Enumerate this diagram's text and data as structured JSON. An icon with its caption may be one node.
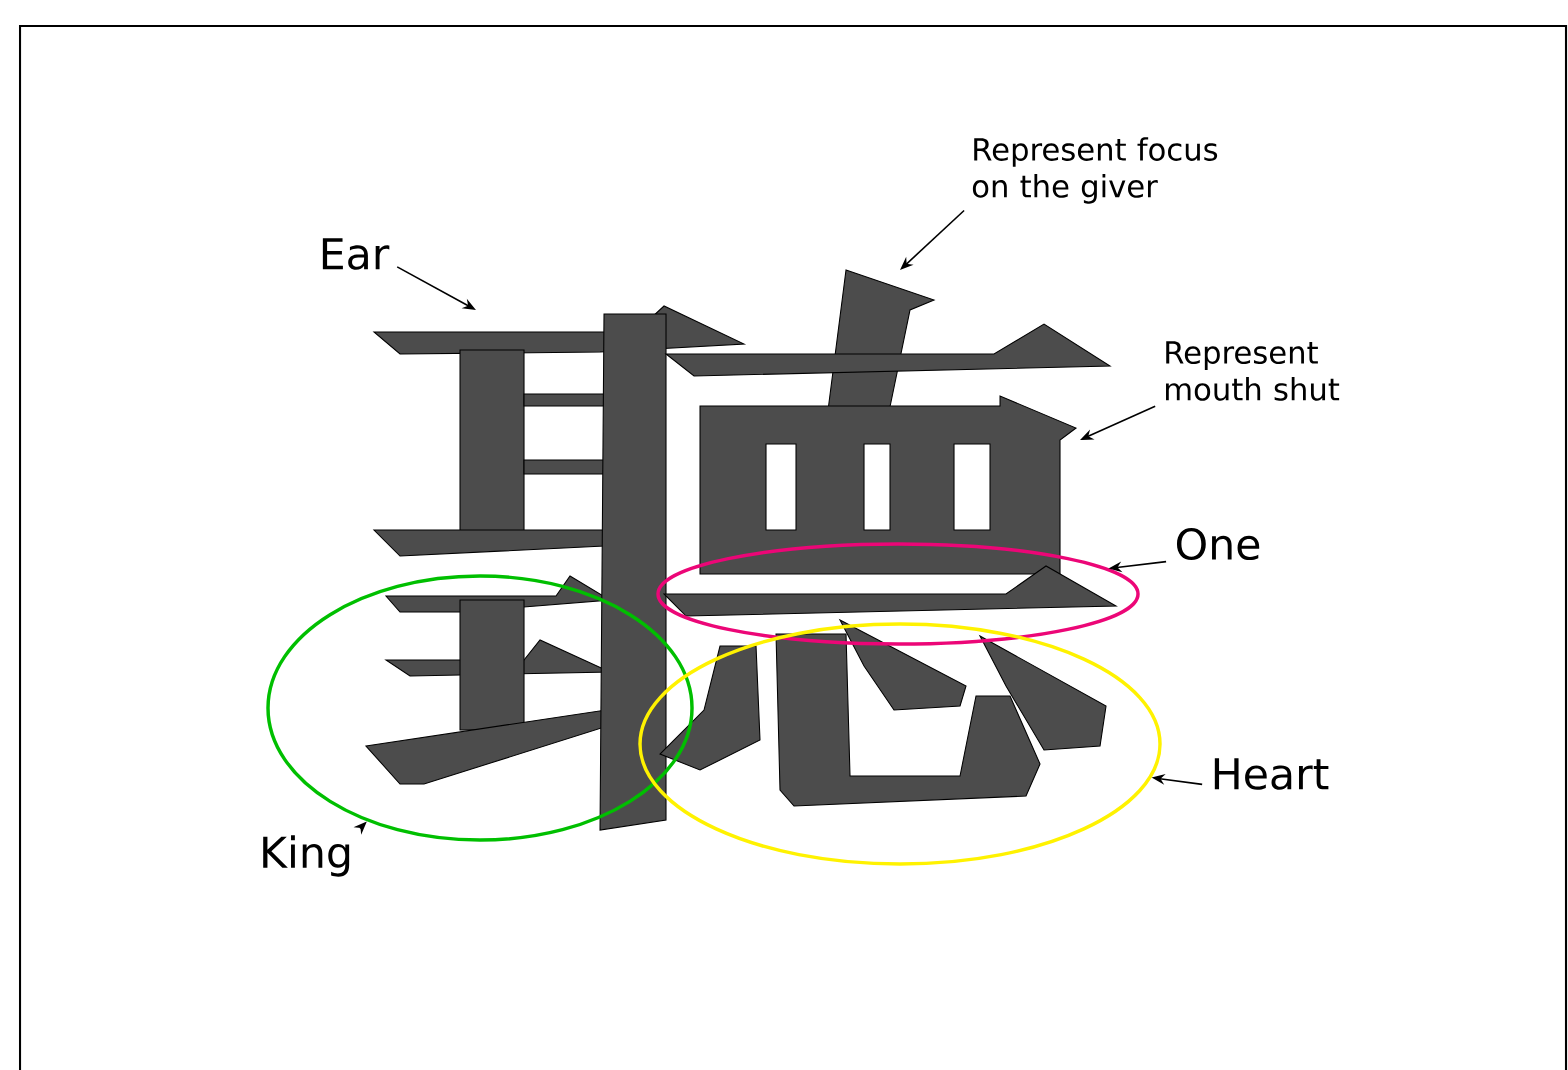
{
  "diagram": {
    "nodes": [
      {
        "text": [
          "Ear"
        ]
      },
      {
        "text": [
          "Represent focus on the giver"
        ]
      },
      {
        "text": [
          "Represent mouth shut"
        ]
      },
      {
        "text": [
          "One"
        ]
      },
      {
        "text": [
          "Heart"
        ]
      },
      {
        "text": [
          "King"
        ]
      },
      {
        "text": [],
        "shape": "ellipse"
      },
      {
        "text": [],
        "shape": "ellipse"
      },
      {
        "text": [],
        "shape": "ellipse"
      }
    ],
    "edges": [
      {
        "from": 0,
        "to": null,
        "arrow": "to"
      },
      {
        "from": 1,
        "to": null,
        "arrow": "to"
      },
      {
        "from": 2,
        "to": null,
        "arrow": "to"
      },
      {
        "from": 3,
        "to": 7,
        "arrow": "to"
      },
      {
        "from": 4,
        "to": 8,
        "arrow": "to"
      },
      {
        "from": 5,
        "to": 6,
        "arrow": "to"
      }
    ]
  }
}
